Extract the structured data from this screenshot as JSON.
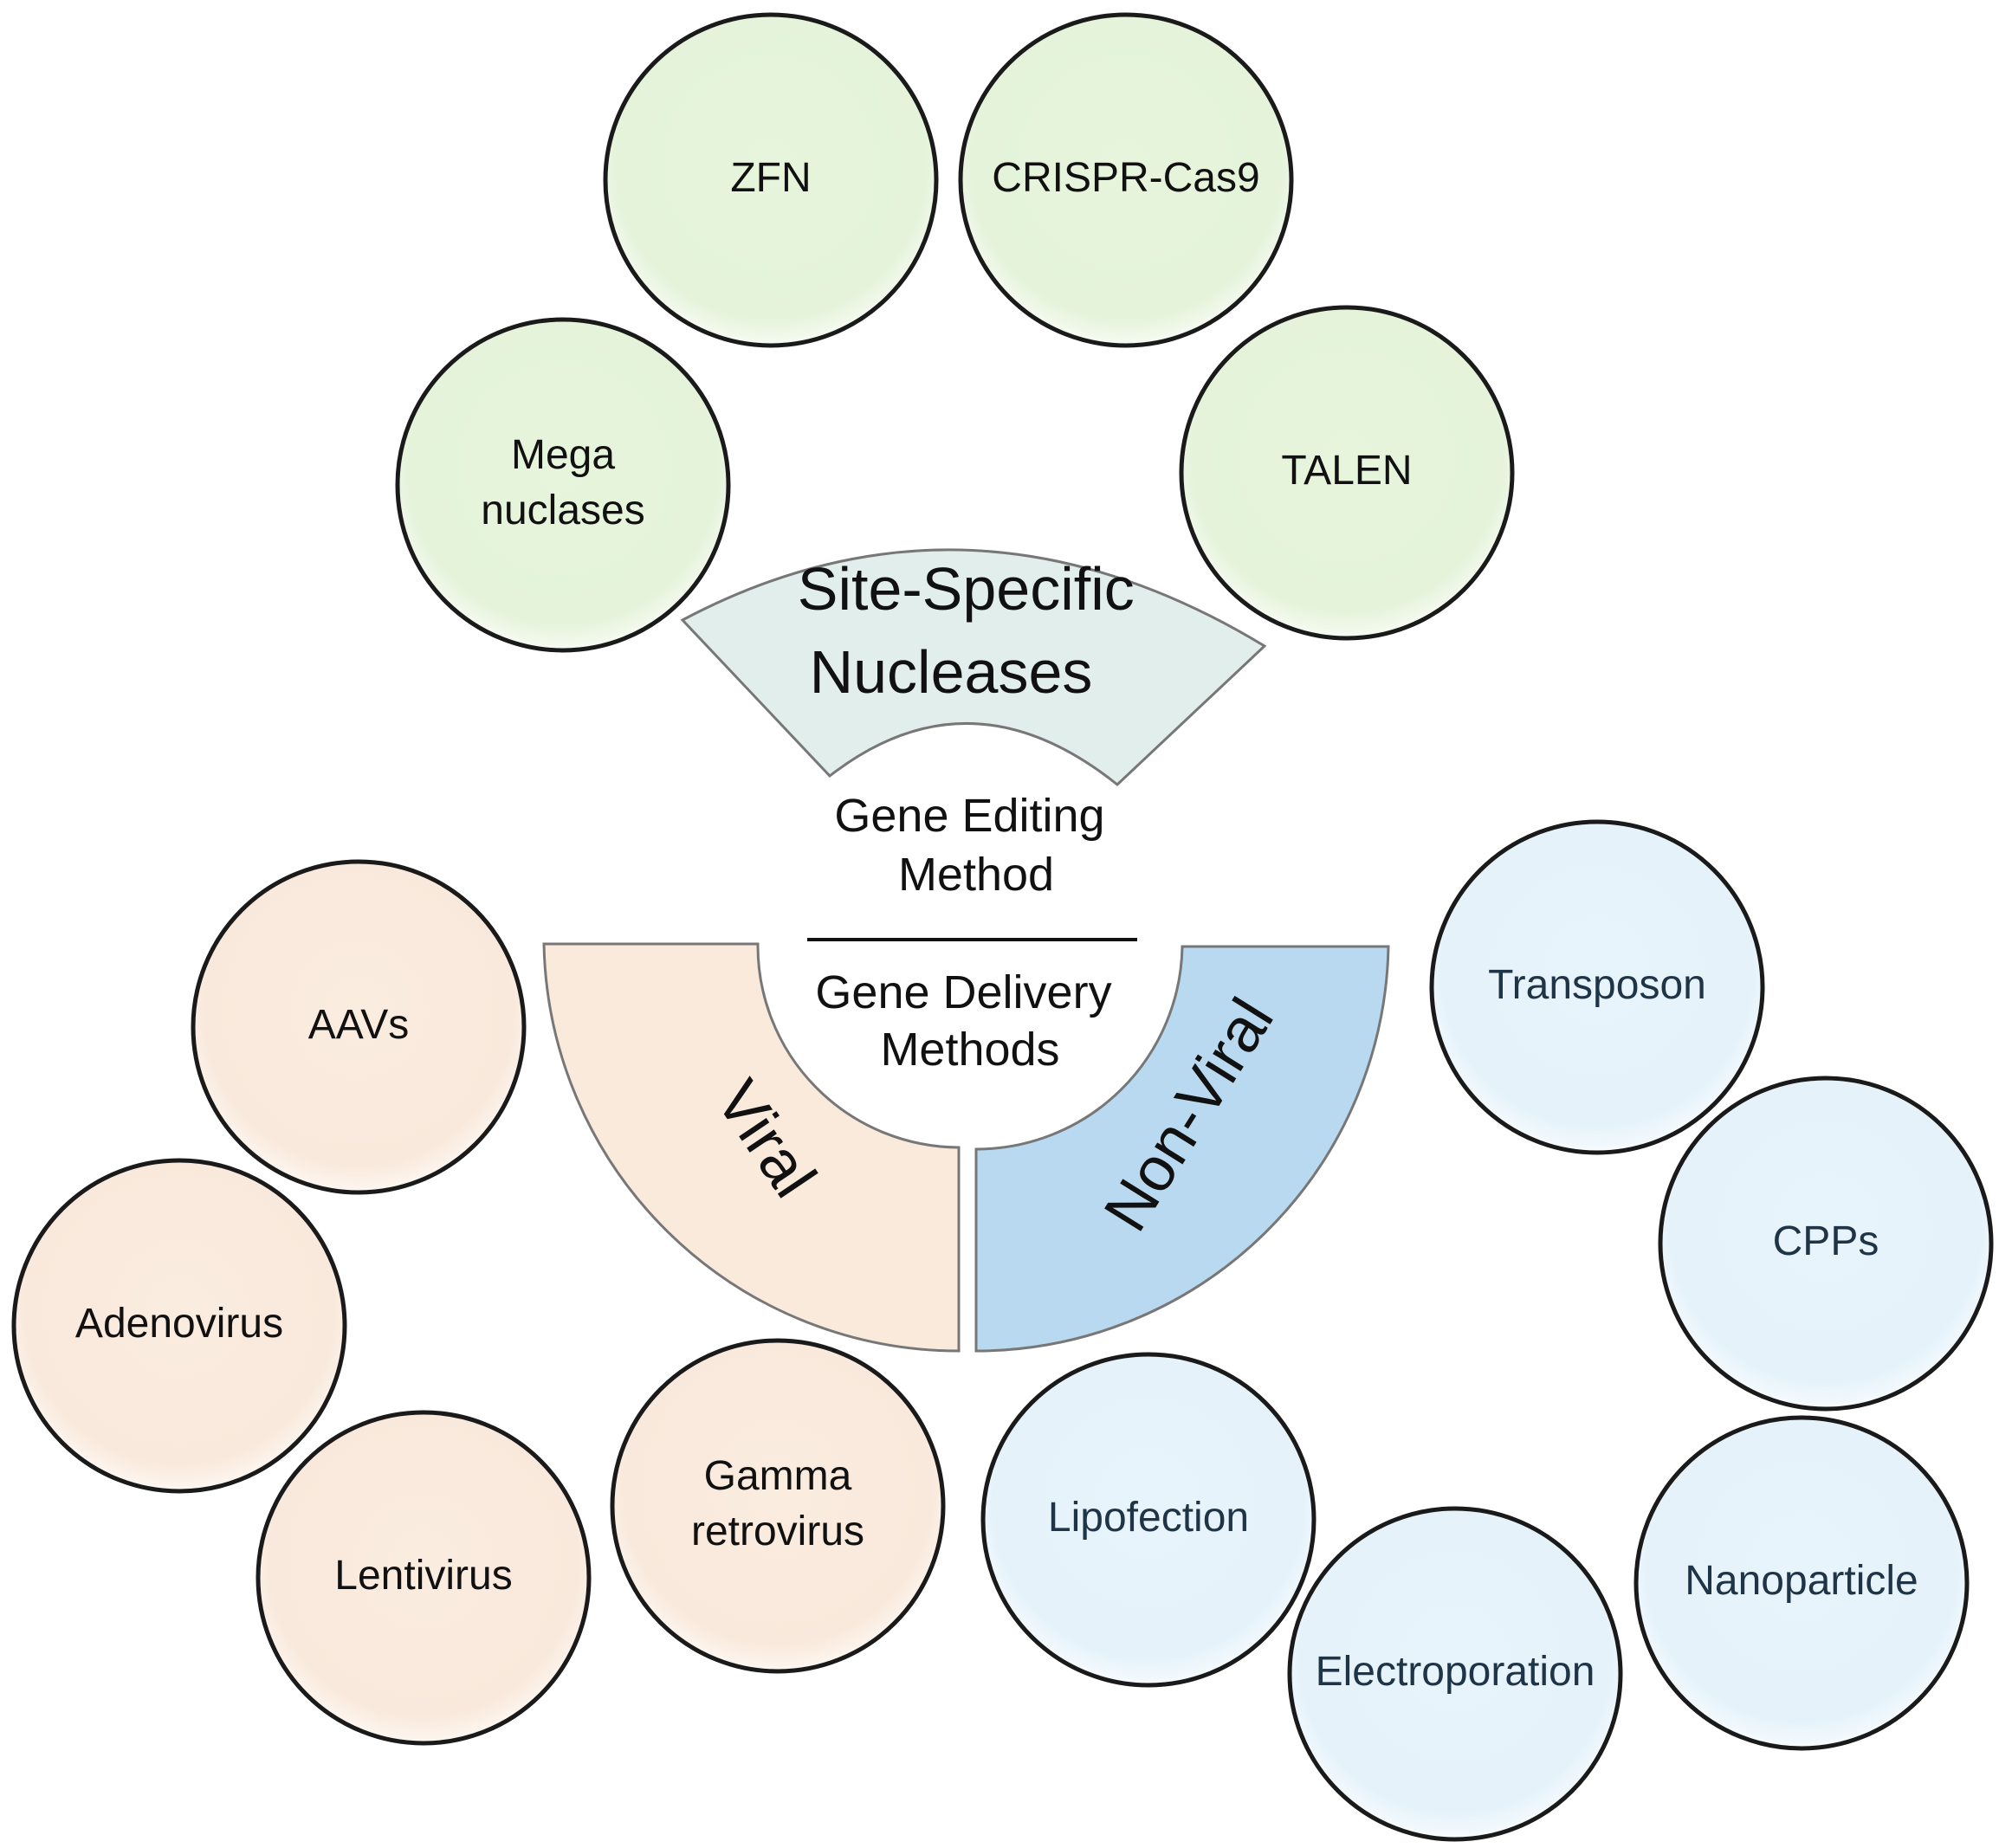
{
  "center": {
    "editing_label": [
      "Gene Editing",
      "Method"
    ],
    "delivery_label": [
      "Gene Delivery",
      "Methods"
    ]
  },
  "categories": {
    "nucleases": {
      "label": [
        "Site-Specific",
        "Nucleases"
      ],
      "color": "#e2eeec"
    },
    "viral": {
      "label": "Viral",
      "color": "#f9eadc"
    },
    "nonviral": {
      "label": "Non-Viral",
      "color": "#b9d9f0"
    }
  },
  "colors": {
    "green_node": "#e6f5dc",
    "peach_node": "#fbece0",
    "blue_node": "#e8f4fb",
    "outline": "#1a1a1a"
  },
  "nodes": {
    "green": [
      {
        "label": [
          "Mega",
          "nuclases"
        ]
      },
      {
        "label": [
          "ZFN"
        ]
      },
      {
        "label": [
          "CRISPR-Cas9"
        ]
      },
      {
        "label": [
          "TALEN"
        ]
      }
    ],
    "peach": [
      {
        "label": [
          "AAVs"
        ]
      },
      {
        "label": [
          "Adenovirus"
        ]
      },
      {
        "label": [
          "Lentivirus"
        ]
      },
      {
        "label": [
          "Gamma",
          "retrovirus"
        ]
      }
    ],
    "blue": [
      {
        "label": [
          "Transposon"
        ]
      },
      {
        "label": [
          "CPPs"
        ]
      },
      {
        "label": [
          "Nanoparticle"
        ]
      },
      {
        "label": [
          "Electroporation"
        ]
      },
      {
        "label": [
          "Lipofection"
        ]
      }
    ]
  }
}
